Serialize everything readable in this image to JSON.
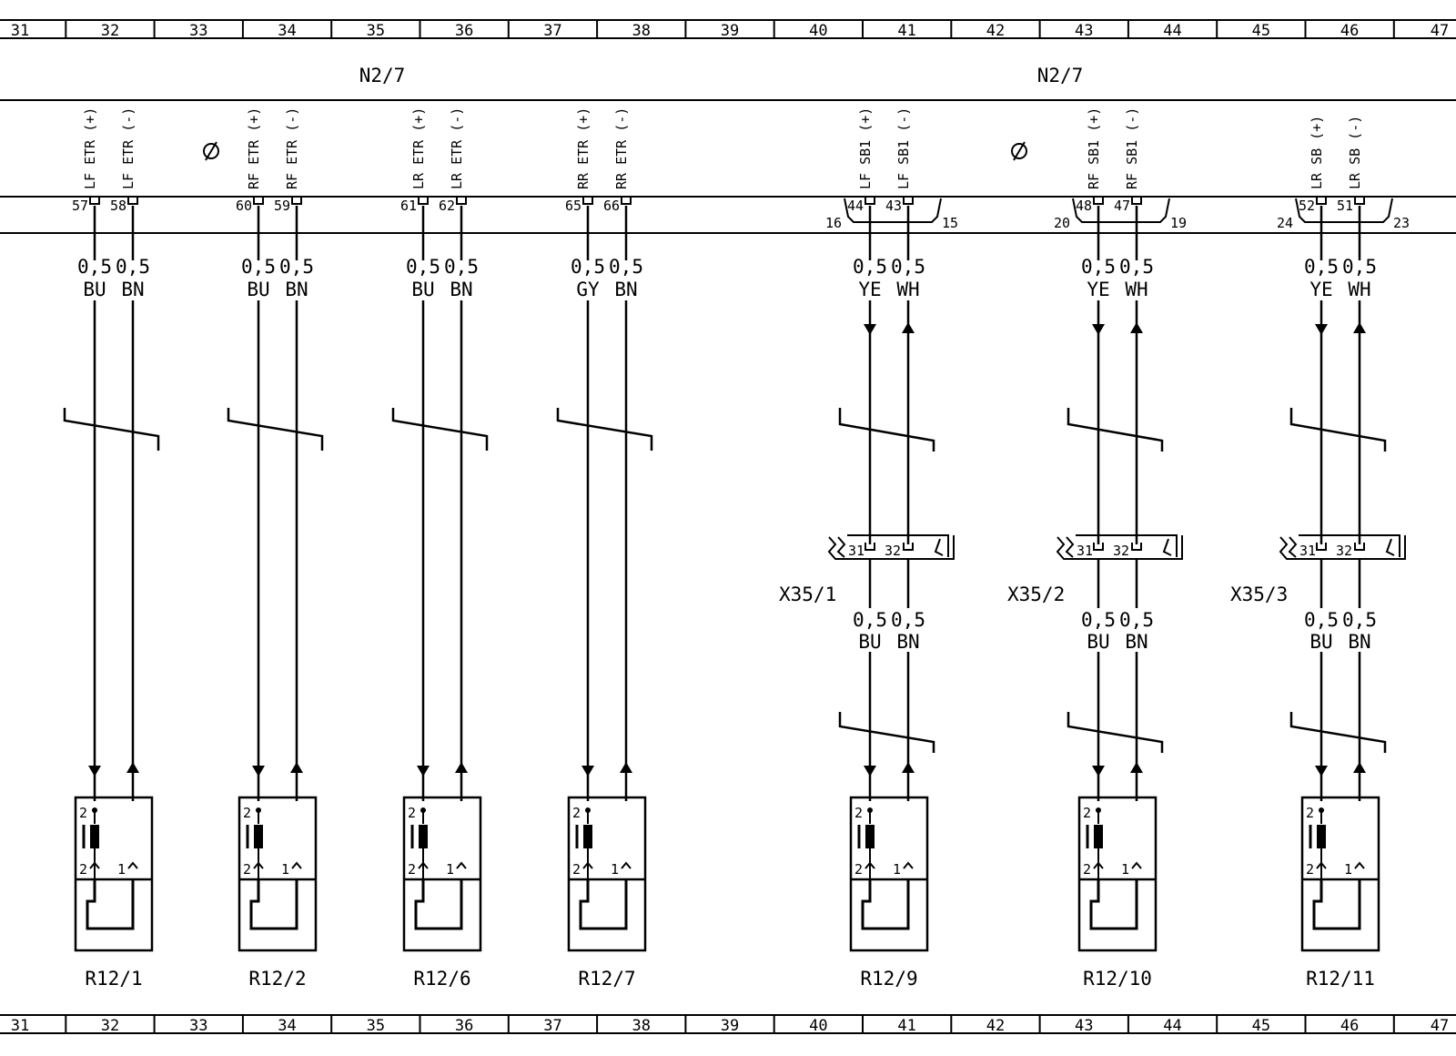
{
  "grid_numbers": [
    "31",
    "32",
    "33",
    "34",
    "35",
    "36",
    "37",
    "38",
    "39",
    "40",
    "41",
    "42",
    "43",
    "44",
    "45",
    "46",
    "47"
  ],
  "module_labels": [
    "N2/7",
    "N2/7"
  ],
  "circuits": [
    {
      "component": "R12/1",
      "pos_label": "LF ETR (+)",
      "neg_label": "LF ETR (-)",
      "pos_pin": "57",
      "neg_pin": "58",
      "pos_wire": {
        "size": "0,5",
        "color": "BU"
      },
      "neg_wire": {
        "size": "0,5",
        "color": "BN"
      },
      "connector": null
    },
    {
      "component": "R12/2",
      "pos_label": "RF ETR (+)",
      "neg_label": "RF ETR (-)",
      "pos_pin": "60",
      "neg_pin": "59",
      "pos_wire": {
        "size": "0,5",
        "color": "BU"
      },
      "neg_wire": {
        "size": "0,5",
        "color": "BN"
      },
      "connector": null
    },
    {
      "component": "R12/6",
      "pos_label": "LR ETR (+)",
      "neg_label": "LR ETR (-)",
      "pos_pin": "61",
      "neg_pin": "62",
      "pos_wire": {
        "size": "0,5",
        "color": "BU"
      },
      "neg_wire": {
        "size": "0,5",
        "color": "BN"
      },
      "connector": null
    },
    {
      "component": "R12/7",
      "pos_label": "RR ETR (+)",
      "neg_label": "RR ETR (-)",
      "pos_pin": "65",
      "neg_pin": "66",
      "pos_wire": {
        "size": "0,5",
        "color": "GY"
      },
      "neg_wire": {
        "size": "0,5",
        "color": "BN"
      },
      "connector": null
    },
    {
      "component": "R12/9",
      "pos_label": "LF SB1 (+)",
      "neg_label": "LF SB1 (-)",
      "pos_pin": "44",
      "neg_pin": "43",
      "group_left": "16",
      "group_right": "15",
      "pos_wire": {
        "size": "0,5",
        "color": "YE"
      },
      "neg_wire": {
        "size": "0,5",
        "color": "WH"
      },
      "connector": {
        "name": "X35/1",
        "pin_a": "31",
        "pin_b": "32",
        "lower_pos": {
          "size": "0,5",
          "color": "BU"
        },
        "lower_neg": {
          "size": "0,5",
          "color": "BN"
        }
      }
    },
    {
      "component": "R12/10",
      "pos_label": "RF SB1 (+)",
      "neg_label": "RF SB1 (-)",
      "pos_pin": "48",
      "neg_pin": "47",
      "group_left": "20",
      "group_right": "19",
      "pos_wire": {
        "size": "0,5",
        "color": "YE"
      },
      "neg_wire": {
        "size": "0,5",
        "color": "WH"
      },
      "connector": {
        "name": "X35/2",
        "pin_a": "31",
        "pin_b": "32",
        "lower_pos": {
          "size": "0,5",
          "color": "BU"
        },
        "lower_neg": {
          "size": "0,5",
          "color": "BN"
        }
      }
    },
    {
      "component": "R12/11",
      "pos_label": "LR SB (+)",
      "neg_label": "LR SB (-)",
      "pos_pin": "52",
      "neg_pin": "51",
      "group_left": "24",
      "group_right": "23",
      "pos_wire": {
        "size": "0,5",
        "color": "YE"
      },
      "neg_wire": {
        "size": "0,5",
        "color": "WH"
      },
      "connector": {
        "name": "X35/3",
        "pin_a": "31",
        "pin_b": "32",
        "lower_pos": {
          "size": "0,5",
          "color": "BU"
        },
        "lower_neg": {
          "size": "0,5",
          "color": "BN"
        }
      }
    }
  ],
  "component_pins": {
    "top": "2",
    "bottom_left": "2",
    "bottom_right": "1"
  },
  "colors": {
    "line": "#000000",
    "background": "#ffffff"
  }
}
